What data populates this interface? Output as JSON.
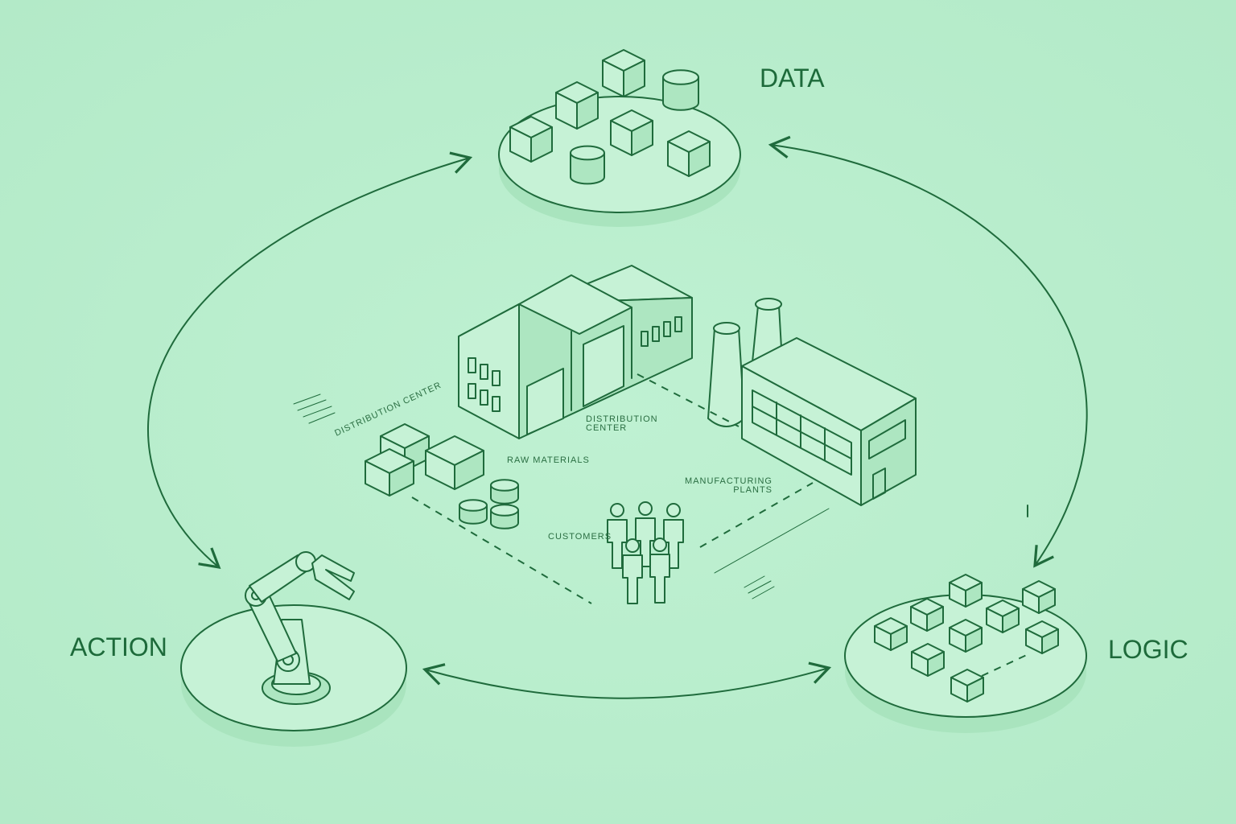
{
  "labels": {
    "data": "DATA",
    "action": "ACTION",
    "logic": "LOGIC",
    "distribution_center_rotated": "DISTRIBUTION CENTER",
    "distribution_center_line1": "DISTRIBUTION",
    "distribution_center_line2": "CENTER",
    "raw_materials": "RAW MATERIALS",
    "manufacturing_line1": "MANUFACTURING",
    "manufacturing_line2": "PLANTS",
    "customers": "CUSTOMERS"
  },
  "colors": {
    "background": "#bbefcf",
    "line": "#1f6b3c"
  }
}
